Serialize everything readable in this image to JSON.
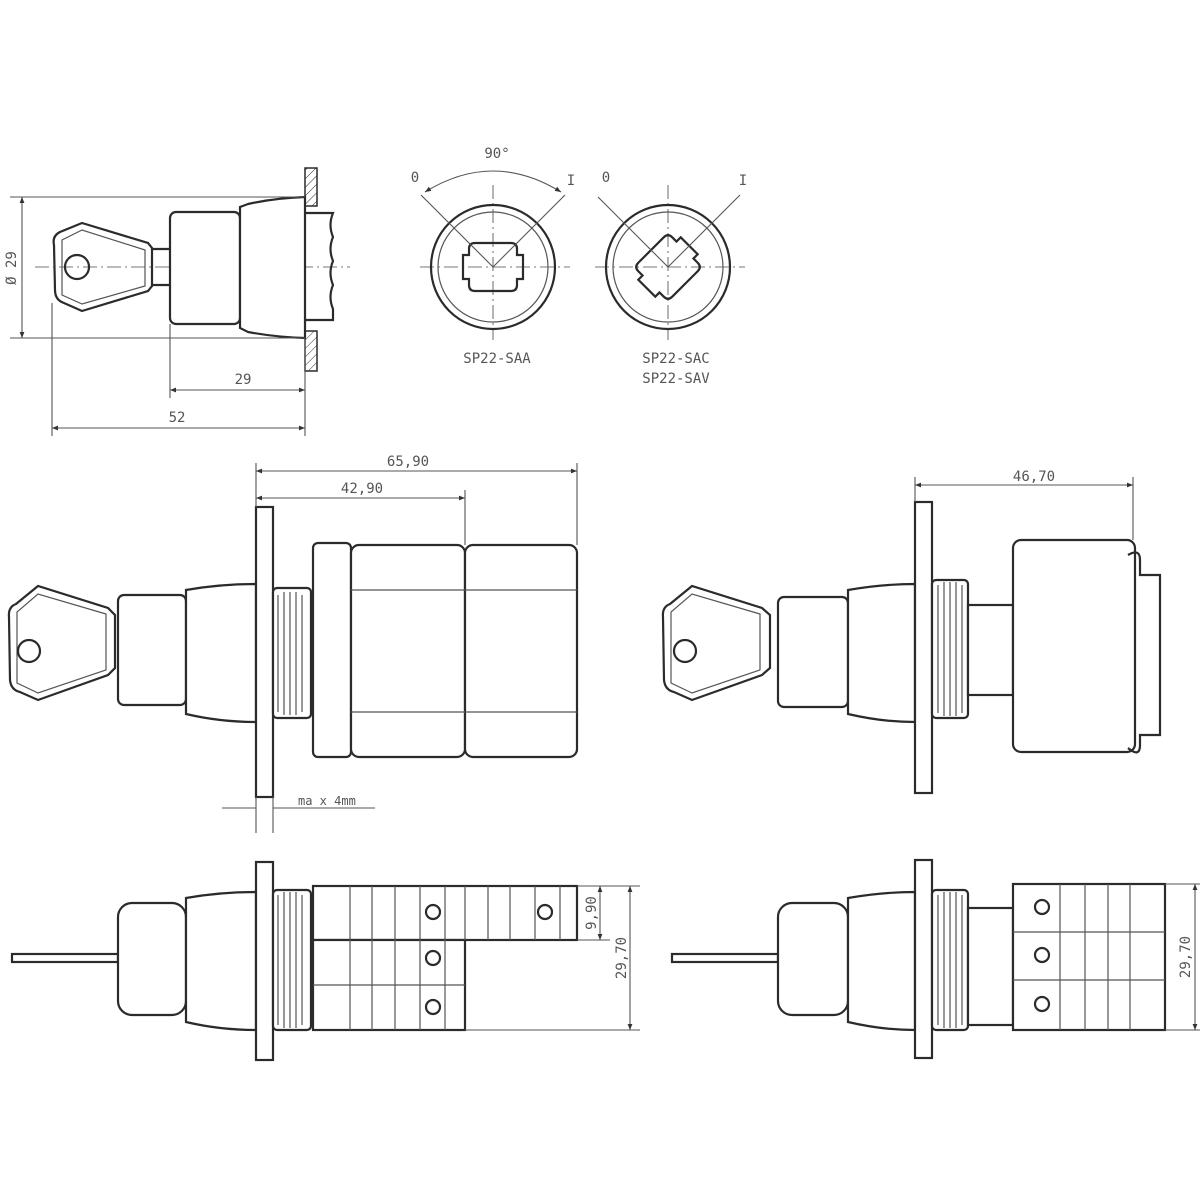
{
  "top_view": {
    "diameter_label": "Ø 29",
    "depth_label": "29",
    "length_label": "52"
  },
  "front_views": {
    "angle_label": "90°",
    "saa": {
      "left_pos": "0",
      "right_pos": "I",
      "caption": "SP22-SAA"
    },
    "sac": {
      "left_pos": "0",
      "right_pos": "I",
      "caption_1": "SP22-SAC",
      "caption_2": "SP22-SAV"
    }
  },
  "side_view_left": {
    "overall_label": "65,90",
    "partial_label": "42,90",
    "panel_label": "ma x 4mm"
  },
  "side_view_right": {
    "overall_label": "46,70"
  },
  "bottom_view_left": {
    "row_height_label": "9,90",
    "height_label": "29,70"
  },
  "bottom_view_right": {
    "height_label": "29,70"
  }
}
